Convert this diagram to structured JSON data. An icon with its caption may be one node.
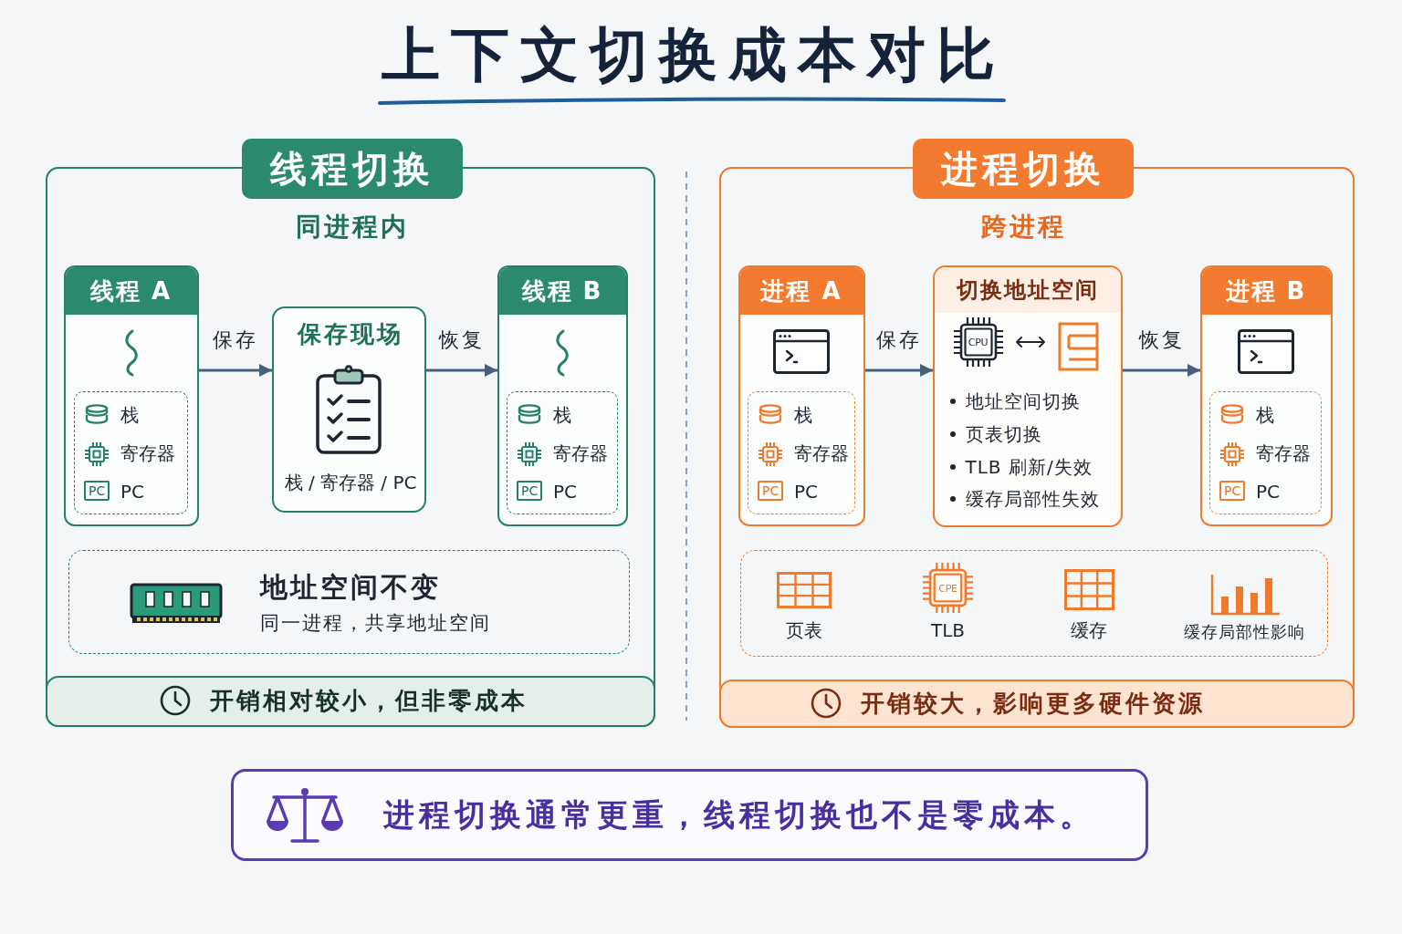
{
  "diagram": {
    "title": "上下文切换成本对比",
    "nodes": [
      {
        "text": [
          "线程切换",
          "同进程内"
        ]
      },
      {
        "text": [
          "线程 A"
        ],
        "in": 0
      },
      {
        "text": [
          "栈",
          "寄存器",
          "PC",
          "PC"
        ],
        "in": 1
      },
      {
        "text": [
          "保存现场",
          "栈 / 寄存器 / PC"
        ],
        "in": 0
      },
      {
        "text": [
          "线程 B"
        ],
        "in": 0
      },
      {
        "text": [
          "栈",
          "寄存器",
          "PC",
          "PC"
        ],
        "in": 4
      },
      {
        "text": [
          "地址空间不变",
          "同一进程，共享地址空间"
        ],
        "in": 0
      },
      {
        "text": [
          "开销相对较小，但非零成本"
        ],
        "in": 0
      },
      {
        "text": [
          "进程切换",
          "跨进程"
        ]
      },
      {
        "text": [
          "进程 A"
        ],
        "in": 8
      },
      {
        "text": [
          "栈",
          "寄存器",
          "PC",
          "PC"
        ],
        "in": 9
      },
      {
        "text": [
          "切换地址空间",
          "CPU",
          "地址空间切换",
          "页表切换",
          "TLB 刷新/失效",
          "缓存局部性失效"
        ],
        "in": 8
      },
      {
        "text": [
          "进程 B"
        ],
        "in": 8
      },
      {
        "text": [
          "栈",
          "寄存器",
          "PC",
          "PC"
        ],
        "in": 12
      },
      {
        "text": [
          "页表",
          "CPE",
          "TLB",
          "缓存",
          "缓存局部性影响"
        ],
        "in": 8
      },
      {
        "text": [
          "开销较大，影响更多硬件资源"
        ],
        "in": 8
      },
      {
        "text": [
          "进程切换通常更重，线程切换也不是零成本。"
        ]
      }
    ],
    "edges": [
      {
        "from": 1,
        "to": 3,
        "arrow": "to",
        "label": "保存"
      },
      {
        "from": 3,
        "to": 4,
        "arrow": "to",
        "label": "恢复"
      },
      {
        "from": 9,
        "to": 11,
        "arrow": "to",
        "label": "保存"
      },
      {
        "from": 11,
        "to": 12,
        "arrow": "to",
        "label": "恢复"
      }
    ]
  }
}
